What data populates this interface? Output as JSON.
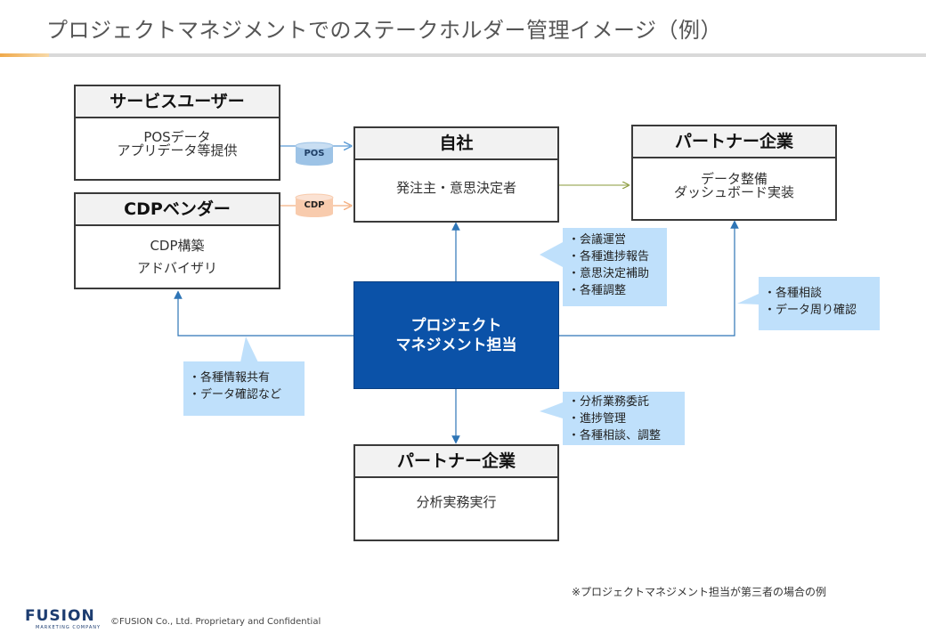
{
  "header": {
    "title": "プロジェクトマネジメントでのステークホルダー管理イメージ（例）"
  },
  "boxes": {
    "service_user": {
      "title": "サービスユーザー",
      "line1": "POSデータ",
      "line2": "アプリデータ等提供"
    },
    "cdp_vendor": {
      "title": "CDPベンダー",
      "line1": "CDP構築",
      "line2": "アドバイザリ"
    },
    "own_company": {
      "title": "自社",
      "line1": "発注主・意思決定者"
    },
    "partner_top": {
      "title": "パートナー企業",
      "line1": "データ整備",
      "line2": "ダッシュボード実装"
    },
    "partner_bottom": {
      "title": "パートナー企業",
      "line1": "分析実務実行"
    },
    "project_manager": {
      "line1": "プロジェクト",
      "line2": "マネジメント担当"
    }
  },
  "tags": {
    "pos": "POS",
    "cdp": "CDP"
  },
  "callouts": {
    "own": [
      "・会議運営",
      "・各種進捗報告",
      "・意思決定補助",
      "・各種調整"
    ],
    "partner_top": [
      "・各種相談",
      "・データ周り確認"
    ],
    "cdp": [
      "・各種情報共有",
      "・データ確認など"
    ],
    "partner_bottom": [
      "・分析業務委託",
      "・進捗管理",
      "・各種相談、調整"
    ]
  },
  "footer": {
    "note": "※プロジェクトマネジメント担当が第三者の場合の例",
    "logo": "FUSION",
    "logo_sub": "MARKETING COMPANY",
    "copyright": "©FUSION Co., Ltd. Proprietary and Confidential"
  },
  "colors": {
    "pm_fill": "#0b52a8",
    "callout_fill": "#bfe0fb",
    "arrow_blue": "#2e75b6",
    "arrow_green": "#8a9a3a",
    "pos_tag": "#9dc3e6",
    "cdp_tag": "#f8cbad"
  }
}
